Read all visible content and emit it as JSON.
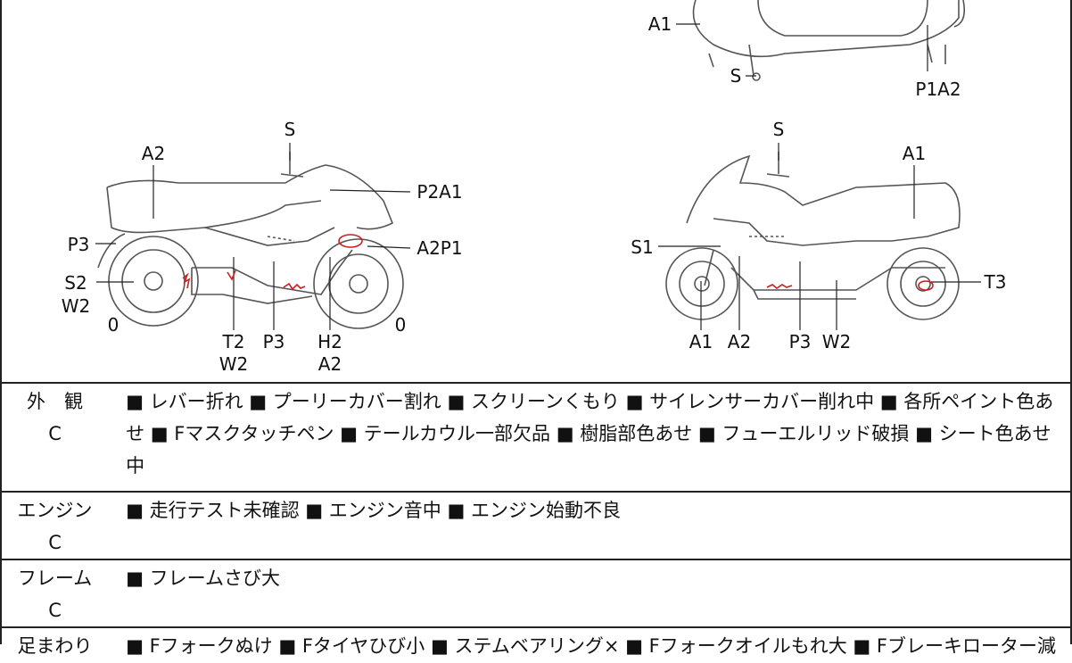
{
  "diagram": {
    "top_view_labels": [
      "A1",
      "S",
      "P1A2"
    ],
    "left_view_labels": [
      "S",
      "A2",
      "P2A1",
      "P3",
      "A2P1",
      "S2",
      "W2",
      "0",
      "0",
      "T2",
      "W2",
      "P3",
      "H2",
      "A2"
    ],
    "right_view_labels": [
      "S",
      "A1",
      "S1",
      "T3",
      "A1",
      "A2",
      "P3",
      "W2"
    ],
    "damage_mark_color": "#cc1f1f"
  },
  "conditions": [
    {
      "category": "外　観",
      "grade": "C",
      "items": "■ レバー折れ ■ プーリーカバー割れ ■ スクリーンくもり ■ サイレンサーカバー削れ中 ■ 各所ペイント色あせ ■ Fマスクタッチペン ■ テールカウル一部欠品 ■ 樹脂部色あせ ■ フューエルリッド破損 ■ シート色あせ中"
    },
    {
      "category": "エンジン",
      "grade": "C",
      "items": "■ 走行テスト未確認 ■ エンジン音中 ■ エンジン始動不良"
    },
    {
      "category": "フレーム",
      "grade": "C",
      "items": "■ フレームさび大"
    },
    {
      "category": "足まわり",
      "grade": "",
      "items": "■ Fフォークぬけ ■ Fタイヤひび小 ■ ステムベアリング× ■ Fフォークオイルもれ大 ■ Fブレーキローター減"
    }
  ]
}
